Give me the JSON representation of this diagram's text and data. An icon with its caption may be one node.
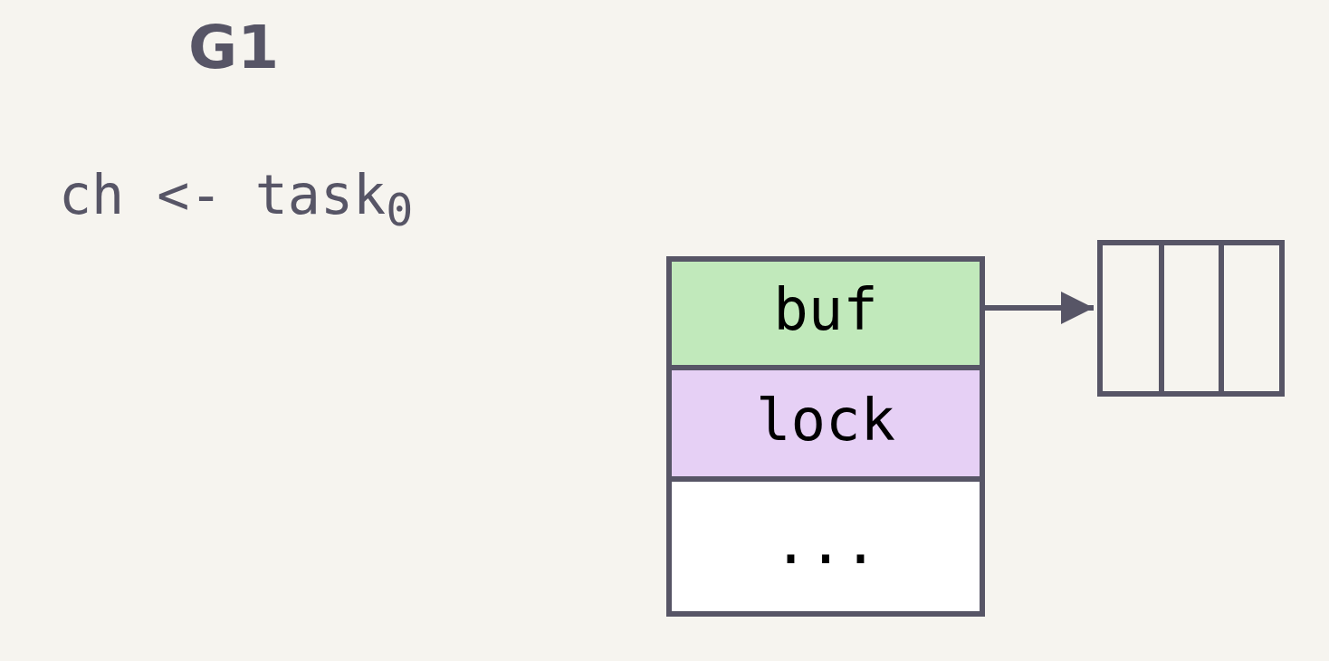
{
  "diagram": {
    "nodes": [
      {
        "text": [
          "buf"
        ]
      },
      {
        "text": [
          "lock"
        ]
      },
      {
        "text": [
          "..."
        ]
      },
      {
        "text": [],
        "shape": "box"
      }
    ],
    "edges": [
      {
        "from": 0,
        "to": 3,
        "arrow": "to"
      }
    ],
    "labels": [
      "G1",
      "ch <- task$_{0}$"
    ]
  }
}
